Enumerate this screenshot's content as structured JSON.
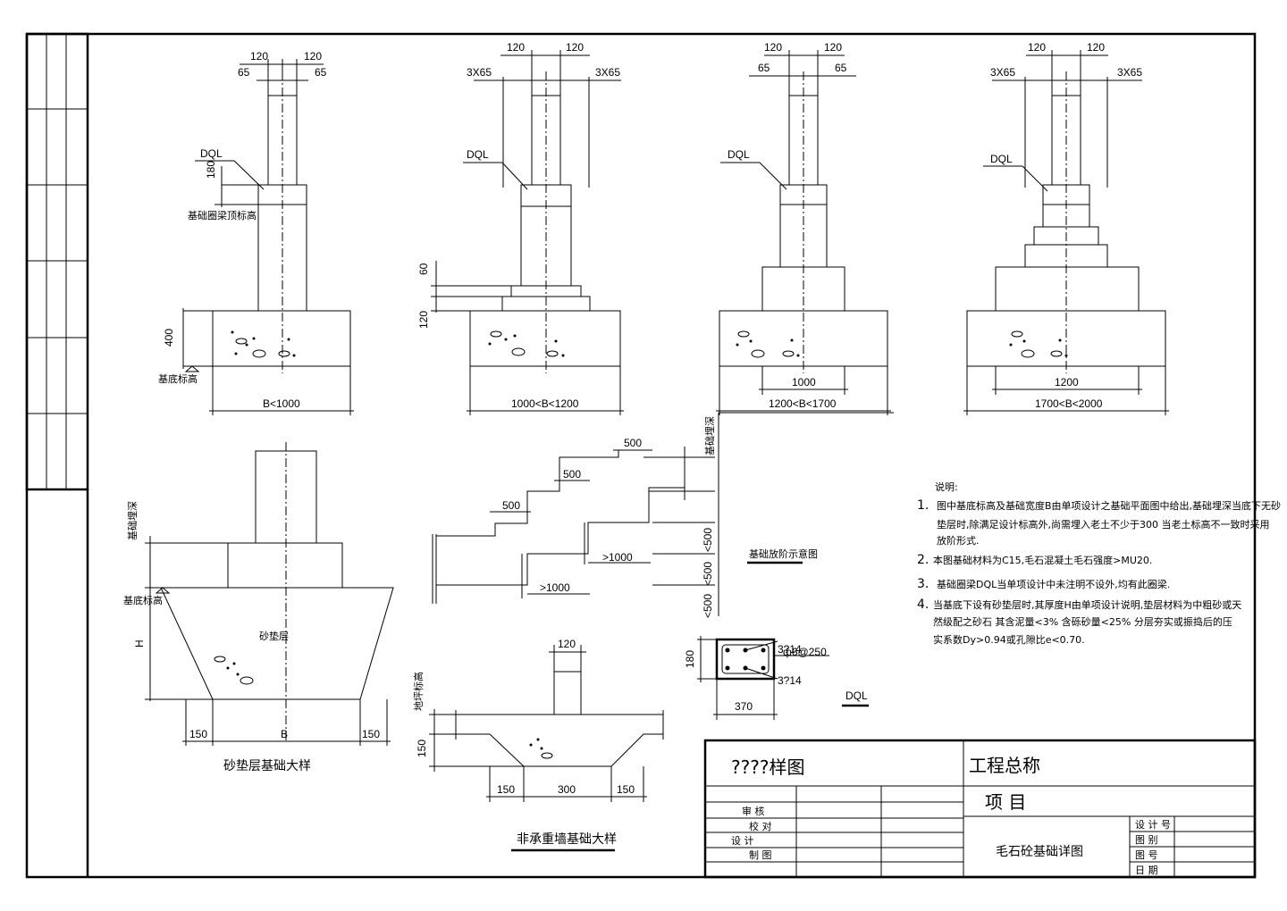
{
  "details": [
    {
      "top_dims": [
        "120",
        "120",
        "65",
        "65"
      ],
      "dql": "DQL",
      "dq_height": "180",
      "ring_label": "基础圈梁顶标高",
      "base_height": "400",
      "base_label": "基底标高",
      "width_label": "B<1000"
    },
    {
      "top_dims": [
        "120",
        "120",
        "3X65",
        "3X65"
      ],
      "dql": "DQL",
      "step_dims": [
        "60",
        "120"
      ],
      "width_label": "1000<B<1200"
    },
    {
      "top_dims": [
        "120",
        "120",
        "65",
        "65"
      ],
      "dql": "DQL",
      "inner_width": "1000",
      "width_label": "1200<B<1700"
    },
    {
      "top_dims": [
        "120",
        "120",
        "3X65",
        "3X65"
      ],
      "dql": "DQL",
      "inner_width": "1200",
      "width_label": "1700<B<2000"
    }
  ],
  "sand": {
    "depth_label": "基础埋深",
    "base_label": "基底标高",
    "h_label": "H",
    "fill_label": "砂垫层",
    "dims": [
      "150",
      "B",
      "150"
    ],
    "title": "砂垫层基础大样"
  },
  "step": {
    "dims": [
      "500",
      "500",
      "500"
    ],
    "len1": ">1000",
    "len2": ">1000",
    "height_labels": [
      "<500",
      "<500",
      "<500"
    ],
    "depth_label": "基础埋深",
    "title": "基础放阶示意图"
  },
  "nonbear": {
    "top": "120",
    "depth_label": "地坪标高",
    "h": "150",
    "dims": [
      "150",
      "300",
      "150"
    ],
    "title": "非承重墙基础大样"
  },
  "beam": {
    "top_bar": "3?14",
    "stirrup": "ф6@250",
    "bot_bar": "3?14",
    "height": "180",
    "width": "370",
    "title": "DQL"
  },
  "notes": {
    "title": "说明:",
    "lines": [
      {
        "num": "1.",
        "text": "图中基底标高及基础宽度B由单项设计之基础平面图中给出,基础埋深当底下无砂"
      },
      {
        "num": "",
        "text": "垫层时,除满足设计标高外,尚需埋入老土不少于300  当老土标高不一致时采用"
      },
      {
        "num": "",
        "text": "放阶形式."
      },
      {
        "num": "2.",
        "text": "本图基础材料为C15,毛石混凝土毛石强度>MU20."
      },
      {
        "num": "3.",
        "text": "基础圈梁DQL当单项设计中未注明不设外,均有此圈梁."
      },
      {
        "num": "4.",
        "text": "当基底下设有砂垫层时,其厚度H由单项设计说明,垫层材料为中粗砂或天"
      },
      {
        "num": "",
        "text": "然级配之砂石  其含泥量<3%  含砾砂量<25%  分层夯实或振捣后的压"
      },
      {
        "num": "",
        "text": "实系数Dy>0.94或孔隙比e<0.70."
      }
    ]
  },
  "titleblock": {
    "sample": "????样图",
    "project_label": "工程总称",
    "item_label": "项    目",
    "drawing_name": "毛石砼基础详图",
    "sign_rows": [
      "审    核",
      "校    对",
      "设    计",
      "制    图"
    ],
    "right_rows": [
      "设 计 号",
      "图    别",
      "图    号",
      "日    期"
    ]
  }
}
